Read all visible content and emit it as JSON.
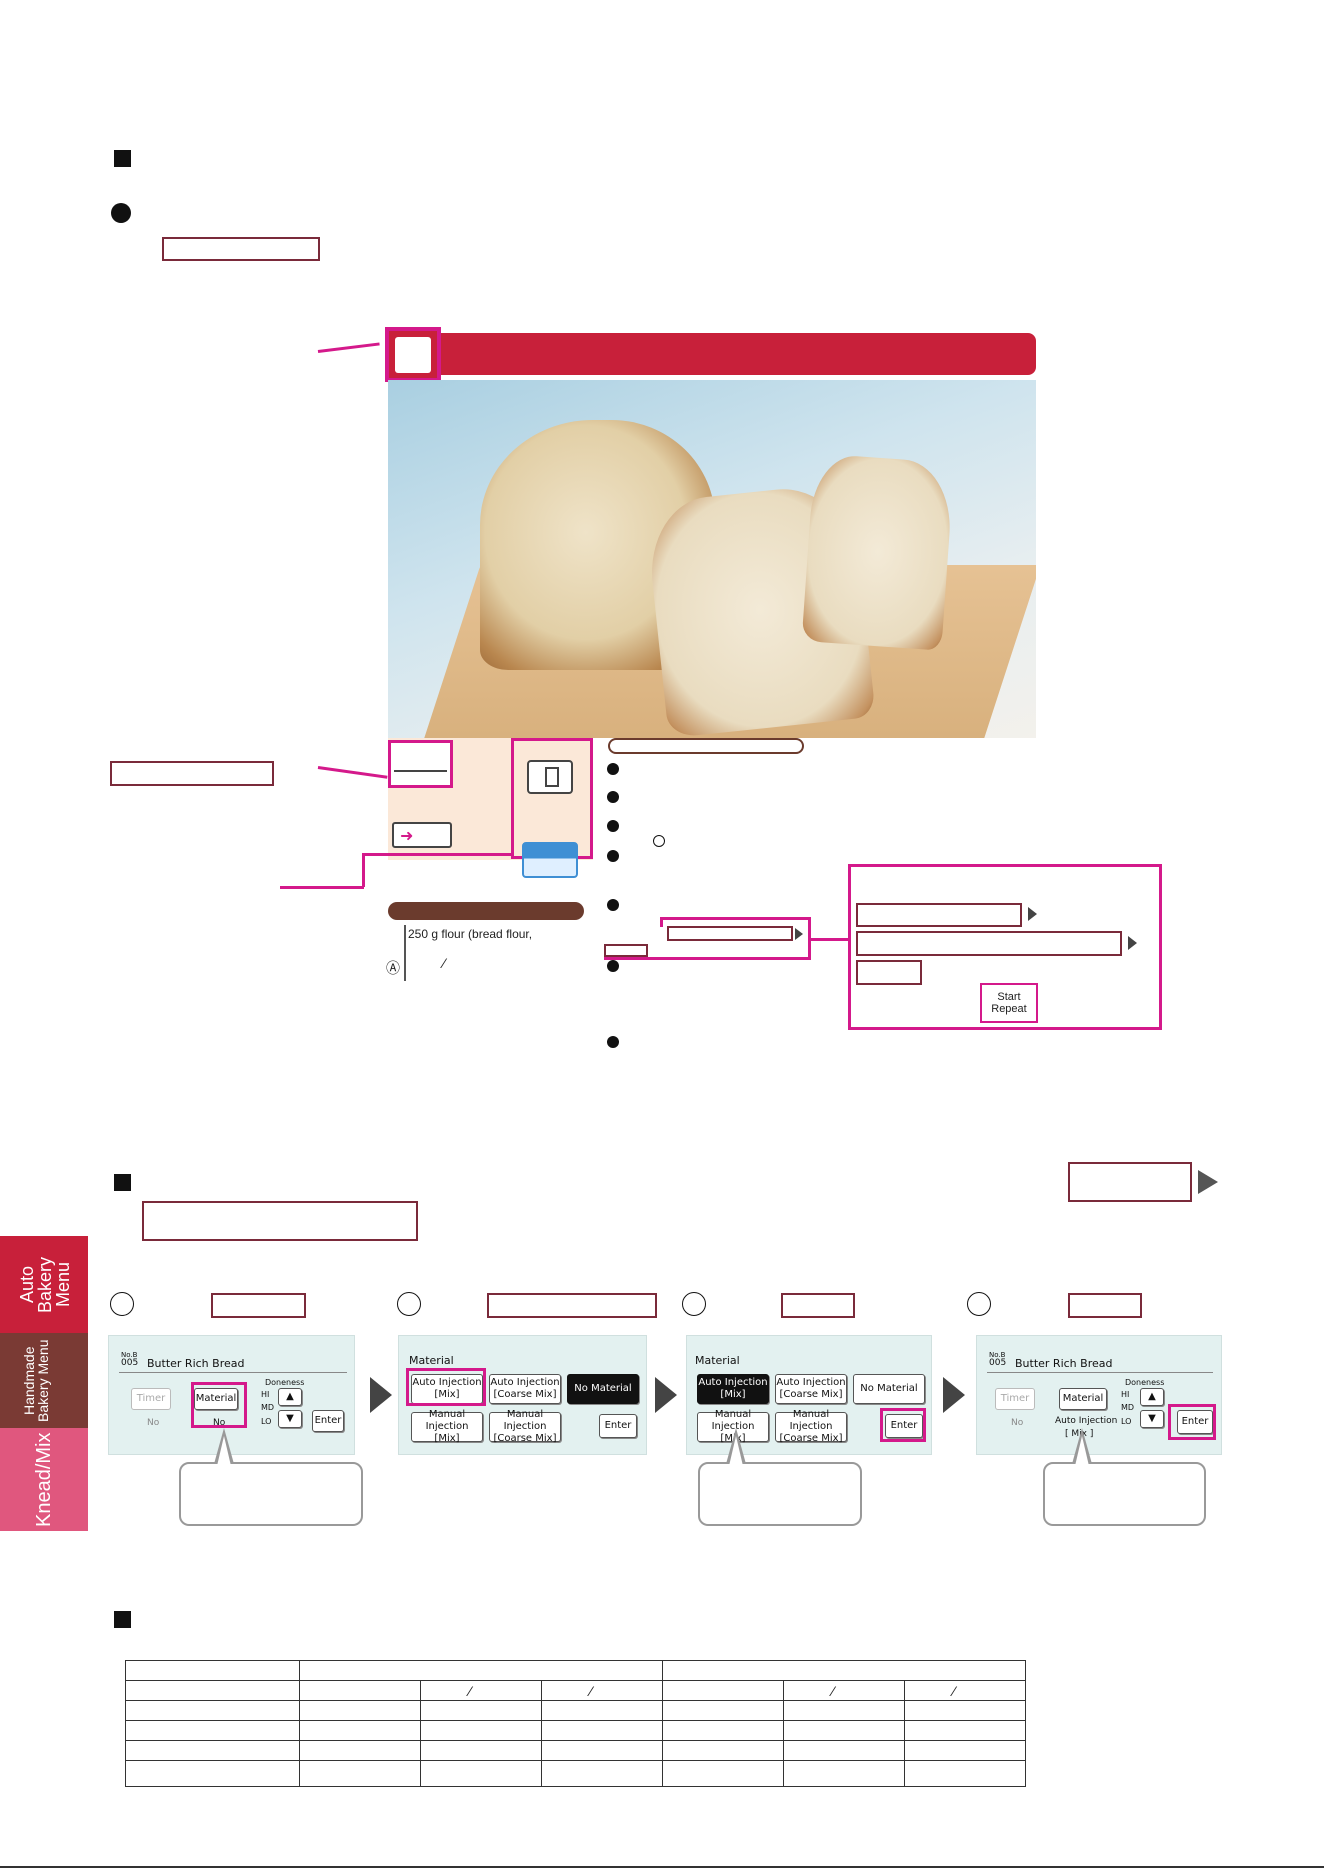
{
  "screens": {
    "s1": {
      "no_label": "No.B",
      "no_num": "005",
      "title": "Butter Rich Bread",
      "timer": "Timer",
      "timer_sub": "No",
      "material": "Material",
      "material_sub": "No",
      "doneness": "Doneness",
      "hi": "HI",
      "md": "MD",
      "lo": "LO",
      "enter": "Enter"
    },
    "s2": {
      "title": "Material",
      "auto_mix_1": "Auto Injection",
      "auto_mix_2": "[Mix]",
      "auto_coarse_1": "Auto Injection",
      "auto_coarse_2": "[Coarse Mix]",
      "no_material": "No Material",
      "manual_mix_1": "Manual Injection",
      "manual_mix_2": "[Mix]",
      "manual_coarse_1": "Manual Injection",
      "manual_coarse_2": "[Coarse Mix]",
      "enter": "Enter"
    },
    "s3": {
      "title": "Material",
      "auto_mix_1": "Auto Injection",
      "auto_mix_2": "[Mix]",
      "auto_coarse_1": "Auto Injection",
      "auto_coarse_2": "[Coarse Mix]",
      "no_material": "No Material",
      "manual_mix_1": "Manual Injection",
      "manual_mix_2": "[Mix]",
      "manual_coarse_1": "Manual Injection",
      "manual_coarse_2": "[Coarse Mix]",
      "enter": "Enter"
    },
    "s4": {
      "no_label": "No.B",
      "no_num": "005",
      "title": "Butter Rich Bread",
      "timer": "Timer",
      "timer_sub": "No",
      "material": "Material",
      "material_sub_1": "Auto Injection",
      "material_sub_2": "[ Mix ]",
      "doneness": "Doneness",
      "hi": "HI",
      "md": "MD",
      "lo": "LO",
      "enter": "Enter"
    }
  },
  "popup": {
    "start_repeat_1": "Start",
    "start_repeat_2": "Repeat"
  },
  "ingredient_line": "250 g flour (bread flour,",
  "ingredient_marker": "Ⓐ",
  "tabs": {
    "auto": "Auto Bakery Menu",
    "handmade": "Handmade Bakery Menu",
    "knead": "Knead/Mix"
  },
  "colors": {
    "accent_red": "#c8203a",
    "magenta": "#d4198b",
    "tab_auto": "#c8203a",
    "tab_handmade": "#7a3a34",
    "tab_knead": "#e0577e"
  }
}
